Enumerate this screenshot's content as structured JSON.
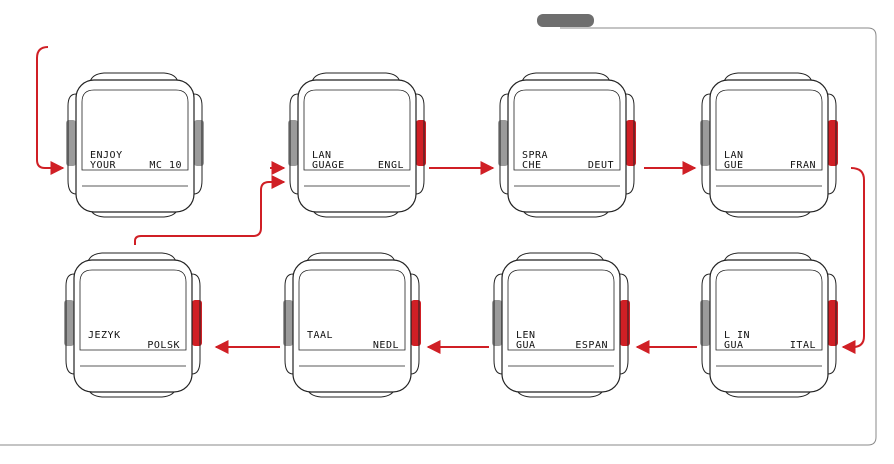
{
  "colors": {
    "frame": "#8a8a8a",
    "tab": "#6e6e6e",
    "device_outline": "#222222",
    "button_grey": "#9b9b9b",
    "button_red": "#d01f25",
    "arrow": "#d01f25"
  },
  "screens": [
    {
      "line1": "ENJOY",
      "line2": "YOUR",
      "value": "MC 10",
      "right_button": "grey"
    },
    {
      "line1": "LAN",
      "line2": "GUAGE",
      "value": "ENGL",
      "right_button": "red"
    },
    {
      "line1": "SPRA",
      "line2": "CHE",
      "value": "DEUT",
      "right_button": "red"
    },
    {
      "line1": "LAN",
      "line2": "GUE",
      "value": "FRAN",
      "right_button": "red"
    },
    {
      "line1": "L IN",
      "line2": "GUA",
      "value": "ITAL",
      "right_button": "red"
    },
    {
      "line1": "LEN",
      "line2": "GUA",
      "value": "ESPAN",
      "right_button": "red"
    },
    {
      "line1": "TAAL",
      "line2": "",
      "value": "NEDL",
      "right_button": "red"
    },
    {
      "line1": "JEZYK",
      "line2": "",
      "value": "POLSK",
      "right_button": "red"
    }
  ]
}
